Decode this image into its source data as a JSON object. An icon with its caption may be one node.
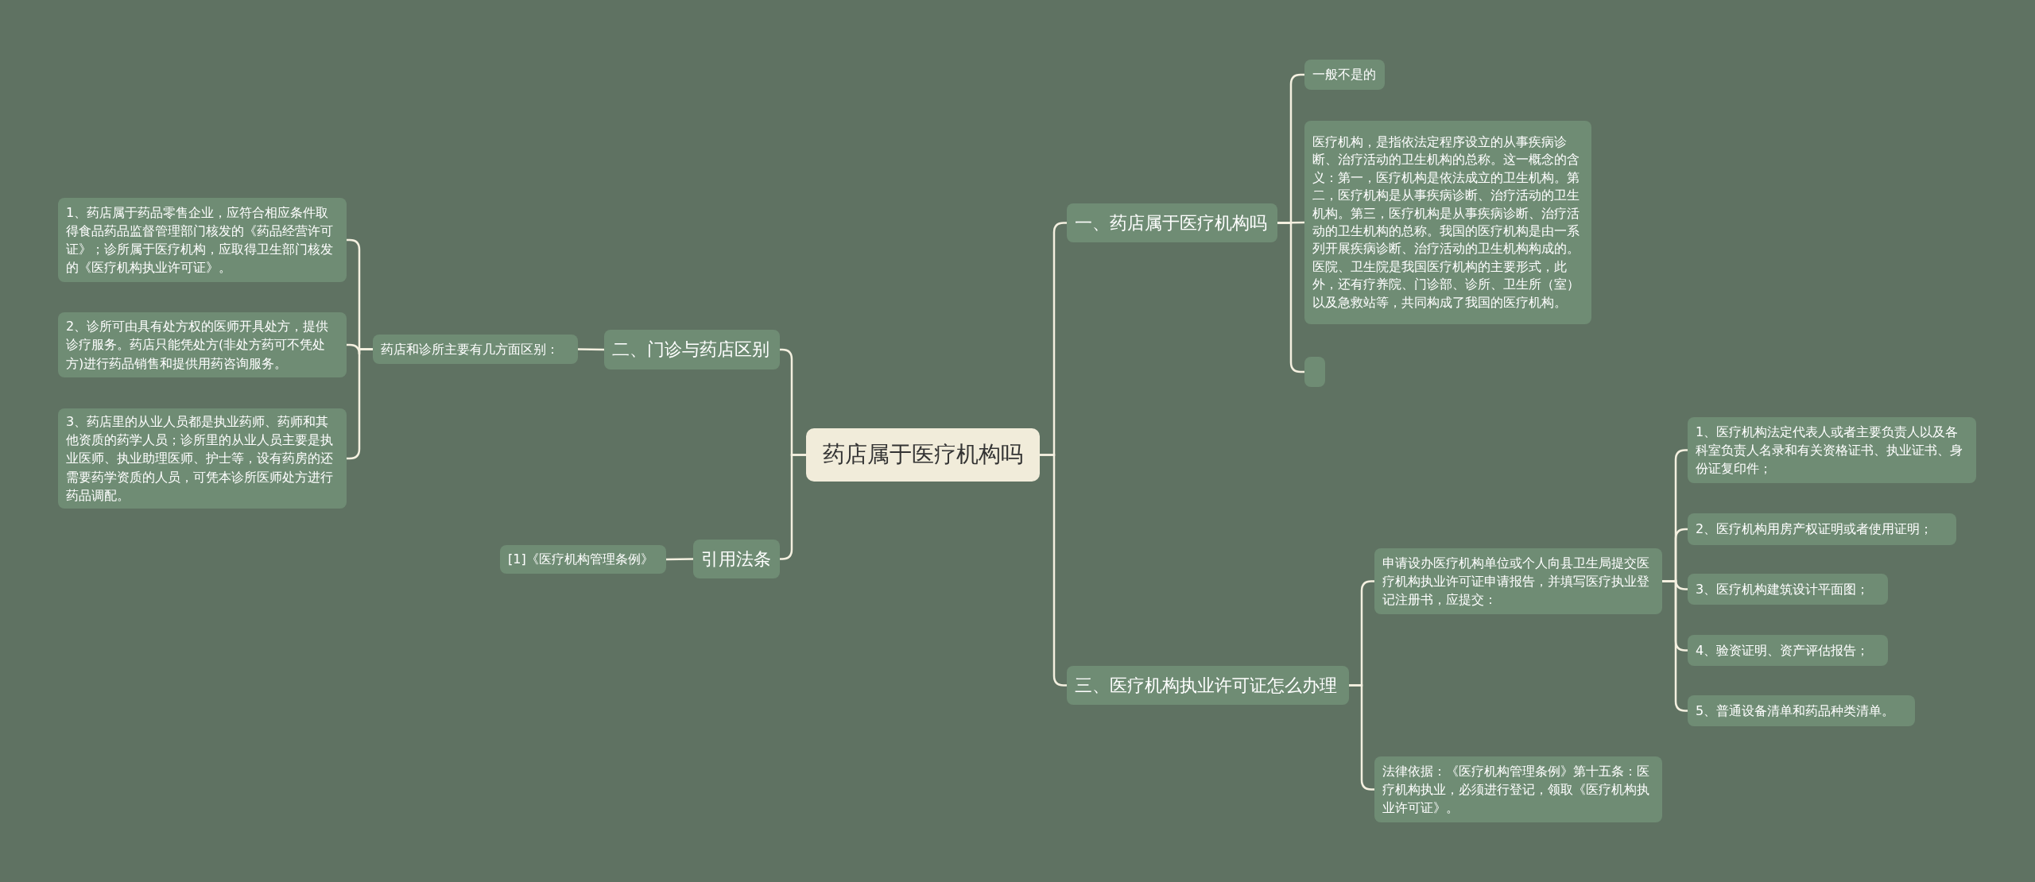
{
  "diagram": {
    "nodes": [
      {
        "text": [
          "药店属于医疗机构吗"
        ]
      },
      {
        "text": [
          "一、药店属于医疗机构吗"
        ]
      },
      {
        "text": [
          "一般不是的"
        ]
      },
      {
        "text": [
          "医疗机构，是指依法定程序设立的从事疾病诊断、治疗活动的卫生机构的总称。这一概念的含义：第一，医疗机构是依法成立的卫生机构。第二，医疗机构是从事疾病诊断、治疗活动的卫生机构。第三，医疗机构是从事疾病诊断、治疗活动的卫生机构的总称。我国的医疗机构是由一系列开展疾病诊断、治疗活动的卫生机构构成的。医院、卫生院是我国医疗机构的主要形式，此外，还有疗养院、门诊部、诊所、卫生所（室）以及急救站等，共同构成了我国的医疗机构。"
        ]
      },
      {
        "text": [],
        "shape": "box"
      },
      {
        "text": [
          "二、门诊与药店区别"
        ]
      },
      {
        "text": [
          "药店和诊所主要有几方面区别："
        ]
      },
      {
        "text": [
          "1、药店属于药品零售企业，应符合相应条件取得食品药品监督管理部门核发的《药品经营许可证》；诊所属于医疗机构，应取得卫生部门核发的《医疗机构执业许可证》。"
        ]
      },
      {
        "text": [
          "2、诊所可由具有处方权的医师开具处方，提供诊疗服务。药店只能凭处方(非处方药可不凭处方)进行药品销售和提供用药咨询服务。"
        ]
      },
      {
        "text": [
          "3、药店里的从业人员都是执业药师、药师和其他资质的药学人员；诊所里的从业人员主要是执业医师、执业助理医师、护士等，设有药房的还需要药学资质的人员，可凭本诊所医师处方进行药品调配。"
        ]
      },
      {
        "text": [
          "引用法条"
        ]
      },
      {
        "text": [
          "[1]《医疗机构管理条例》"
        ]
      },
      {
        "text": [
          "三、医疗机构执业许可证怎么办理"
        ]
      },
      {
        "text": [
          "申请设办医疗机构单位或个人向县卫生局提交医疗机构执业许可证申请报告，并填写医疗执业登记注册书，应提交："
        ]
      },
      {
        "text": [
          "1、医疗机构法定代表人或者主要负责人以及各科室负责人名录和有关资格证书、执业证书、身份证复印件；"
        ]
      },
      {
        "text": [
          "2、医疗机构用房产权证明或者使用证明；"
        ]
      },
      {
        "text": [
          "3、医疗机构建筑设计平面图；"
        ]
      },
      {
        "text": [
          "4、验资证明、资产评估报告；"
        ]
      },
      {
        "text": [
          "5、普通设备清单和药品种类清单。"
        ]
      },
      {
        "text": [
          "法律依据：《医疗机构管理条例》第十五条：医疗机构执业，必须进行登记，领取《医疗机构执业许可证》。"
        ]
      }
    ],
    "edges": [
      {
        "from": 0,
        "to": 1,
        "arrow": "none"
      },
      {
        "from": 1,
        "to": 2,
        "arrow": "none"
      },
      {
        "from": 1,
        "to": 3,
        "arrow": "none"
      },
      {
        "from": 1,
        "to": 4,
        "arrow": "none"
      },
      {
        "from": 0,
        "to": 5,
        "arrow": "none"
      },
      {
        "from": 5,
        "to": 6,
        "arrow": "none"
      },
      {
        "from": 6,
        "to": 7,
        "arrow": "none"
      },
      {
        "from": 6,
        "to": 8,
        "arrow": "none"
      },
      {
        "from": 6,
        "to": 9,
        "arrow": "none"
      },
      {
        "from": 0,
        "to": 10,
        "arrow": "none"
      },
      {
        "from": 10,
        "to": 11,
        "arrow": "none"
      },
      {
        "from": 0,
        "to": 12,
        "arrow": "none"
      },
      {
        "from": 12,
        "to": 13,
        "arrow": "none"
      },
      {
        "from": 13,
        "to": 14,
        "arrow": "none"
      },
      {
        "from": 13,
        "to": 15,
        "arrow": "none"
      },
      {
        "from": 13,
        "to": 16,
        "arrow": "none"
      },
      {
        "from": 13,
        "to": 17,
        "arrow": "none"
      },
      {
        "from": 13,
        "to": 18,
        "arrow": "none"
      },
      {
        "from": 12,
        "to": 19,
        "arrow": "none"
      }
    ]
  }
}
